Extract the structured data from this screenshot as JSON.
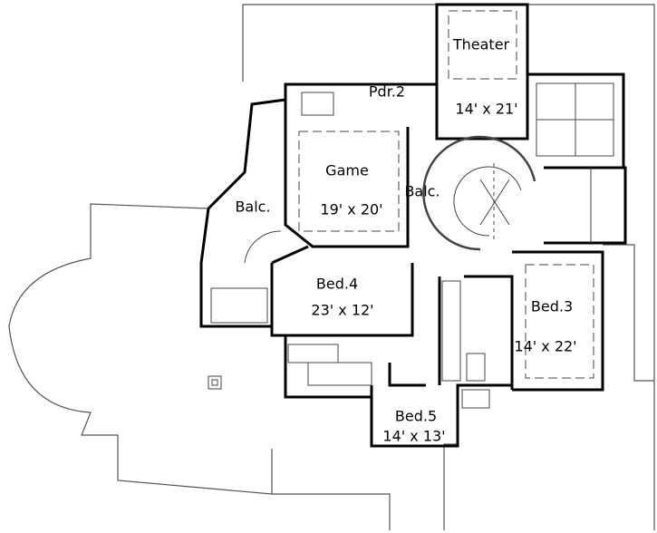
{
  "plan": {
    "rooms": [
      {
        "id": "theater",
        "name": "Theater",
        "size": "14' x 21'"
      },
      {
        "id": "pdr2",
        "name": "Pdr.2",
        "size": ""
      },
      {
        "id": "game",
        "name": "Game",
        "size": "19' x 20'"
      },
      {
        "id": "balc-left",
        "name": "Balc.",
        "size": ""
      },
      {
        "id": "balc-center",
        "name": "Balc.",
        "size": ""
      },
      {
        "id": "bed4",
        "name": "Bed.4",
        "size": "23' x 12'"
      },
      {
        "id": "bed3",
        "name": "Bed.3",
        "size": "14' x 22'"
      },
      {
        "id": "bed5",
        "name": "Bed.5",
        "size": "14' x 13'"
      }
    ]
  },
  "colors": {
    "wall": "#000000",
    "roof_line": "#555555",
    "dashed": "#444444"
  }
}
